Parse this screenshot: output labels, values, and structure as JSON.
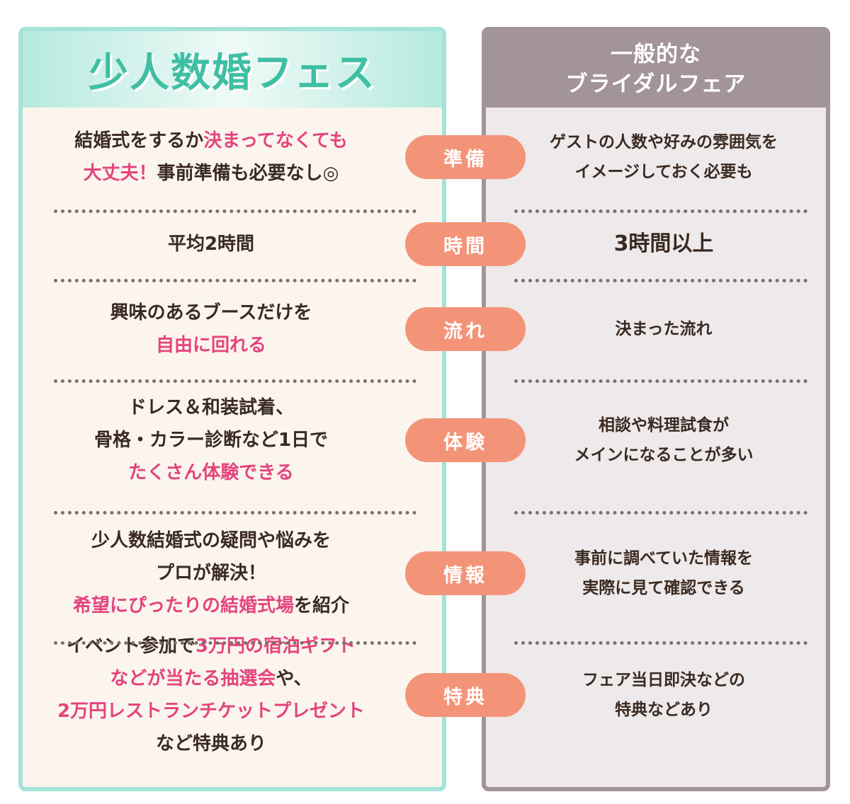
{
  "left_panel": {
    "title": "少人数婚フェス"
  },
  "right_panel": {
    "title_line1": "一般的な",
    "title_line2": "ブライダルフェア"
  },
  "rows": [
    {
      "label": "準備",
      "left": [
        [
          {
            "t": "結婚式をするか",
            "pink": false
          },
          {
            "t": "決まってなくても",
            "pink": true
          }
        ],
        [
          {
            "t": "大丈夫！",
            "pink": true
          },
          {
            "t": "事前準備も必要なし◎",
            "pink": false
          }
        ]
      ],
      "right": [
        "ゲストの人数や好みの雰囲気を",
        "イメージしておく必要も"
      ]
    },
    {
      "label": "時間",
      "left": [
        [
          {
            "t": "平均2時間",
            "pink": false
          }
        ]
      ],
      "right": [
        "3時間以上"
      ]
    },
    {
      "label": "流れ",
      "left": [
        [
          {
            "t": "興味のあるブースだけを",
            "pink": false
          }
        ],
        [
          {
            "t": "自由に回れる",
            "pink": true
          }
        ]
      ],
      "right": [
        "決まった流れ"
      ]
    },
    {
      "label": "体験",
      "left": [
        [
          {
            "t": "ドレス＆和装試着、",
            "pink": false
          }
        ],
        [
          {
            "t": "骨格・カラー診断など1日で",
            "pink": false
          }
        ],
        [
          {
            "t": "たくさん体験できる",
            "pink": true
          }
        ]
      ],
      "right": [
        "相談や料理試食が",
        "メインになることが多い"
      ]
    },
    {
      "label": "情報",
      "left": [
        [
          {
            "t": "少人数結婚式の疑問や悩みを",
            "pink": false
          }
        ],
        [
          {
            "t": "プロが解決！",
            "pink": false
          }
        ],
        [
          {
            "t": "希望にぴったりの結婚式場",
            "pink": true
          },
          {
            "t": "を紹介",
            "pink": false
          }
        ]
      ],
      "right": [
        "事前に調べていた情報を",
        "実際に見て確認できる"
      ]
    },
    {
      "label": "特典",
      "left": [
        [
          {
            "t": "イベント参加で",
            "pink": false
          },
          {
            "t": "3万円の宿泊ギフト",
            "pink": true
          }
        ],
        [
          {
            "t": "などが当たる抽選会",
            "pink": true
          },
          {
            "t": "や、",
            "pink": false
          }
        ],
        [
          {
            "t": "2万円レストランチケットプレゼント",
            "pink": true
          }
        ],
        [
          {
            "t": "など特典あり",
            "pink": false
          }
        ]
      ],
      "right": [
        "フェア当日即決などの",
        "特典などあり"
      ]
    }
  ],
  "colors": {
    "mint": "#a6e3d8",
    "mint_title": "#3fbfa4",
    "mauve": "#a39497",
    "pill": "#f39478",
    "pink_text": "#e4447e",
    "dark_text": "#3a2a22"
  }
}
